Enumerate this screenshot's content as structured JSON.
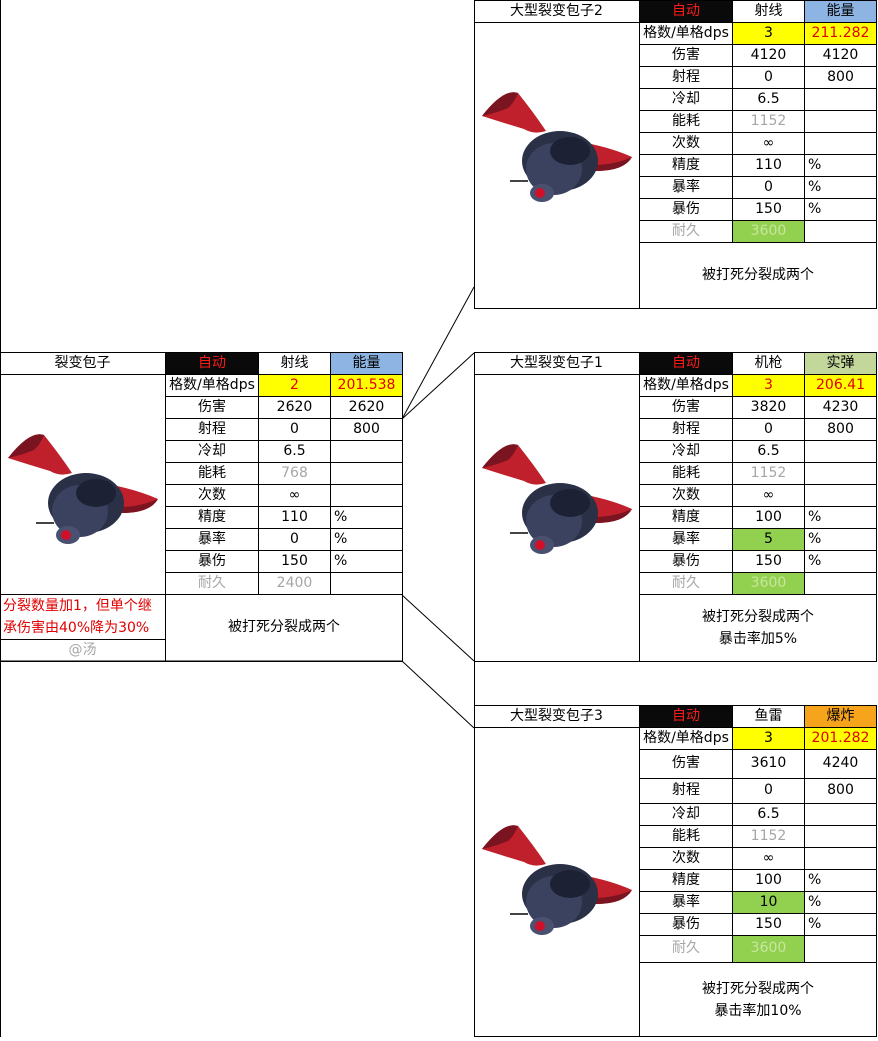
{
  "cards": {
    "base": {
      "name": "裂变包子",
      "mode": "自动",
      "weapon": "射线",
      "type": "能量",
      "dps_label": "格数/单格dps",
      "grid": "2",
      "dps": "201.538",
      "rows": {
        "damage": {
          "label": "伤害",
          "v1": "2620",
          "v2": "2620"
        },
        "range": {
          "label": "射程",
          "v1": "0",
          "v2": "800"
        },
        "cooldown": {
          "label": "冷却",
          "v1": "6.5"
        },
        "energy": {
          "label": "能耗",
          "v1": "768"
        },
        "uses": {
          "label": "次数",
          "v1": "∞"
        },
        "accuracy": {
          "label": "精度",
          "v1": "110",
          "unit": "%"
        },
        "crit_rate": {
          "label": "暴率",
          "v1": "0",
          "unit": "%"
        },
        "crit_dmg": {
          "label": "暴伤",
          "v1": "150",
          "unit": "%"
        },
        "durability": {
          "label": "耐久",
          "v1": "2400"
        }
      },
      "note": "被打死分裂成两个",
      "remark": "分裂数量加1，但单个继承伤害由40%降为30%",
      "author": "@汤"
    },
    "big2": {
      "name": "大型裂变包子2",
      "mode": "自动",
      "weapon": "射线",
      "type": "能量",
      "dps_label": "格数/单格dps",
      "grid": "3",
      "dps": "211.282",
      "rows": {
        "damage": {
          "label": "伤害",
          "v1": "4120",
          "v2": "4120"
        },
        "range": {
          "label": "射程",
          "v1": "0",
          "v2": "800"
        },
        "cooldown": {
          "label": "冷却",
          "v1": "6.5"
        },
        "energy": {
          "label": "能耗",
          "v1": "1152"
        },
        "uses": {
          "label": "次数",
          "v1": "∞"
        },
        "accuracy": {
          "label": "精度",
          "v1": "110",
          "unit": "%"
        },
        "crit_rate": {
          "label": "暴率",
          "v1": "0",
          "unit": "%"
        },
        "crit_dmg": {
          "label": "暴伤",
          "v1": "150",
          "unit": "%"
        },
        "durability": {
          "label": "耐久",
          "v1": "3600"
        }
      },
      "note_line1": "被打死分裂成两个",
      "note_line2": ""
    },
    "big1": {
      "name": "大型裂变包子1",
      "mode": "自动",
      "weapon": "机枪",
      "type": "实弹",
      "dps_label": "格数/单格dps",
      "grid": "3",
      "dps": "206.41",
      "rows": {
        "damage": {
          "label": "伤害",
          "v1": "3820",
          "v2": "4230"
        },
        "range": {
          "label": "射程",
          "v1": "0",
          "v2": "800"
        },
        "cooldown": {
          "label": "冷却",
          "v1": "6.5"
        },
        "energy": {
          "label": "能耗",
          "v1": "1152"
        },
        "uses": {
          "label": "次数",
          "v1": "∞"
        },
        "accuracy": {
          "label": "精度",
          "v1": "100",
          "unit": "%"
        },
        "crit_rate": {
          "label": "暴率",
          "v1": "5",
          "unit": "%"
        },
        "crit_dmg": {
          "label": "暴伤",
          "v1": "150",
          "unit": "%"
        },
        "durability": {
          "label": "耐久",
          "v1": "3600"
        }
      },
      "note_line1": "被打死分裂成两个",
      "note_line2": "暴击率加5%"
    },
    "big3": {
      "name": "大型裂变包子3",
      "mode": "自动",
      "weapon": "鱼雷",
      "type": "爆炸",
      "dps_label": "格数/单格dps",
      "grid": "3",
      "dps": "201.282",
      "rows": {
        "damage": {
          "label": "伤害",
          "v1": "3610",
          "v2": "4240"
        },
        "range": {
          "label": "射程",
          "v1": "0",
          "v2": "800"
        },
        "cooldown": {
          "label": "冷却",
          "v1": "6.5"
        },
        "energy": {
          "label": "能耗",
          "v1": "1152"
        },
        "uses": {
          "label": "次数",
          "v1": "∞"
        },
        "accuracy": {
          "label": "精度",
          "v1": "100",
          "unit": "%"
        },
        "crit_rate": {
          "label": "暴率",
          "v1": "10",
          "unit": "%"
        },
        "crit_dmg": {
          "label": "暴伤",
          "v1": "150",
          "unit": "%"
        },
        "durability": {
          "label": "耐久",
          "v1": "3600"
        }
      },
      "note_line1": "被打死分裂成两个",
      "note_line2": "暴击率加10%"
    }
  },
  "colors": {
    "mode_bg": "#0a0a0a",
    "mode_text": "#ff1a1a",
    "dps_bg": "#ffff00",
    "dps_text": "#e00000",
    "energy_bg": "#8db4e2",
    "kinetic_bg": "#c4d79b",
    "explosive_bg": "#f7a41d",
    "highlight_green": "#92d050",
    "muted_text": "#a6a6a6"
  }
}
